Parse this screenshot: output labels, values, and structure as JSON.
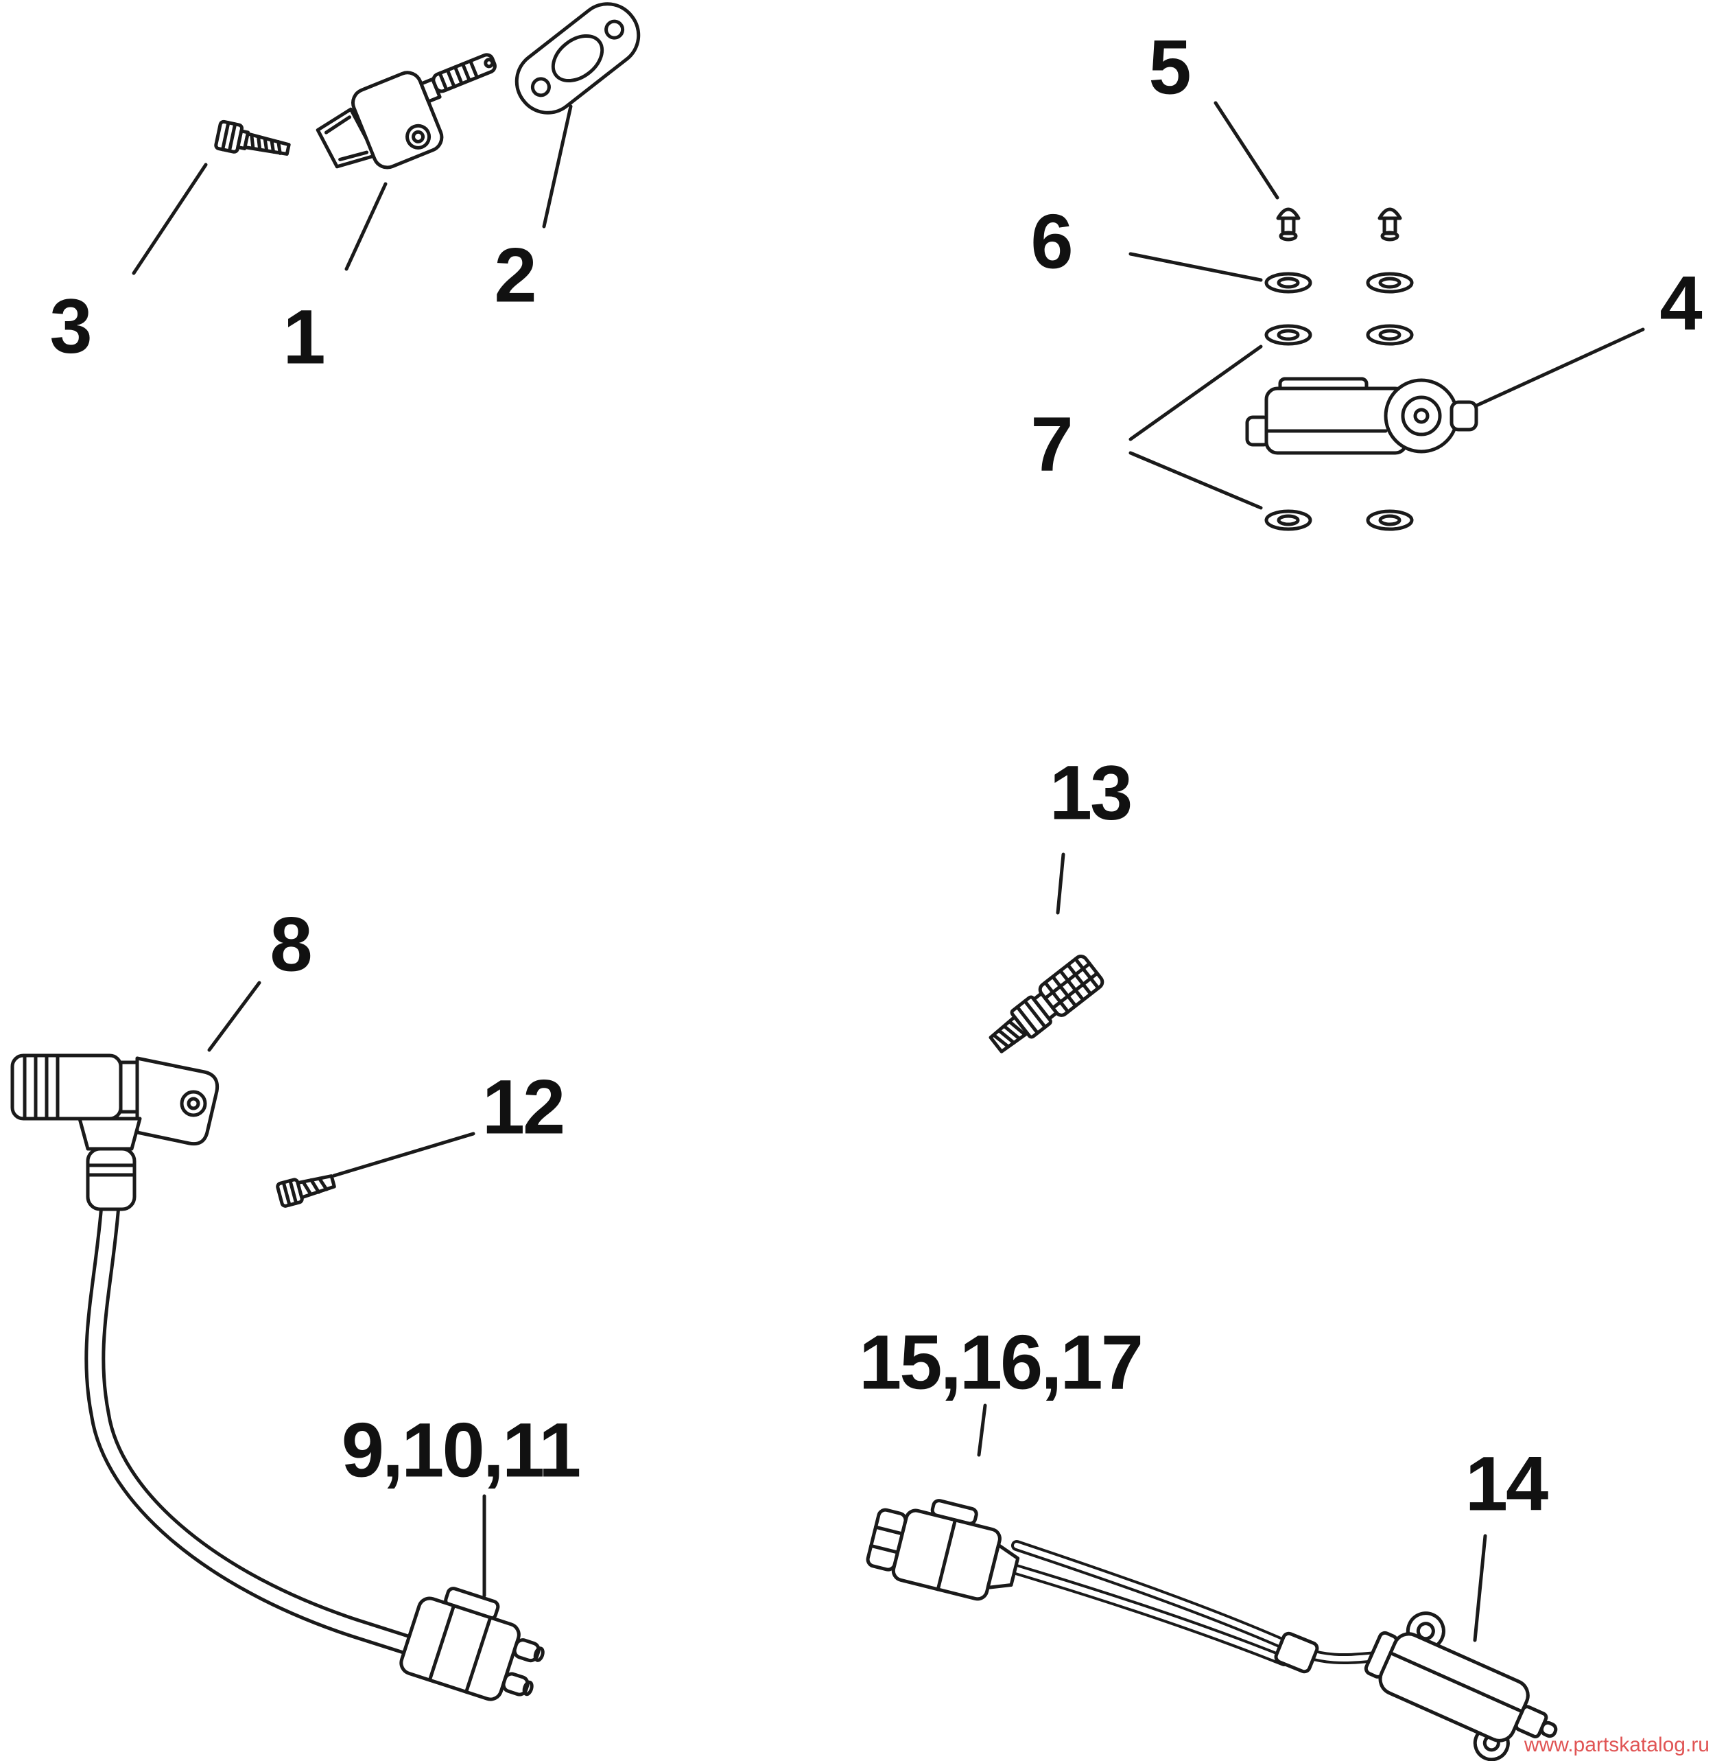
{
  "diagram": {
    "background": "#ffffff",
    "line_color": "#1a1a1a",
    "callouts": [
      {
        "label": "3"
      },
      {
        "label": "1"
      },
      {
        "label": "2"
      },
      {
        "label": "5"
      },
      {
        "label": "6"
      },
      {
        "label": "4"
      },
      {
        "label": "7"
      },
      {
        "label": "13"
      },
      {
        "label": "8"
      },
      {
        "label": "12"
      },
      {
        "label": "9,10,11"
      },
      {
        "label": "15,16,17"
      },
      {
        "label": "14"
      }
    ],
    "watermark": {
      "text": "www.partskatalog.ru",
      "color": "#e05454"
    }
  }
}
